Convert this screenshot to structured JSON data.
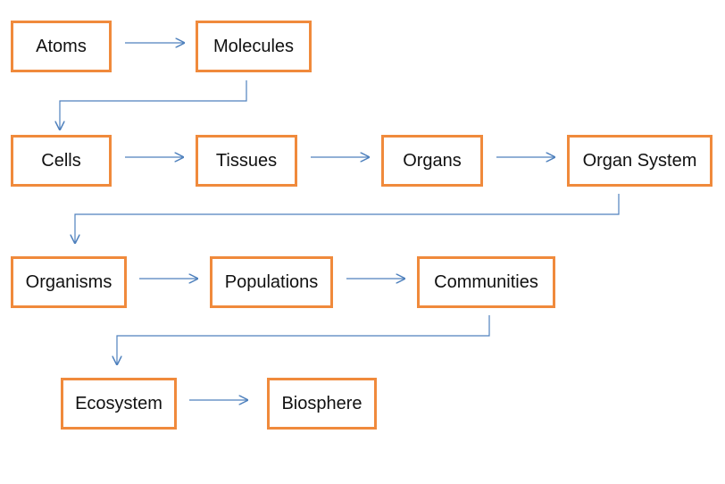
{
  "diagram": {
    "nodes": [
      {
        "id": "atoms",
        "label": "Atoms"
      },
      {
        "id": "molecules",
        "label": "Molecules"
      },
      {
        "id": "cells",
        "label": "Cells"
      },
      {
        "id": "tissues",
        "label": "Tissues"
      },
      {
        "id": "organs",
        "label": "Organs"
      },
      {
        "id": "organ_system",
        "label": "Organ System"
      },
      {
        "id": "organisms",
        "label": "Organisms"
      },
      {
        "id": "populations",
        "label": "Populations"
      },
      {
        "id": "communities",
        "label": "Communities"
      },
      {
        "id": "ecosystem",
        "label": "Ecosystem"
      },
      {
        "id": "biosphere",
        "label": "Biosphere"
      }
    ],
    "edges": [
      {
        "from": "atoms",
        "to": "molecules"
      },
      {
        "from": "molecules",
        "to": "cells"
      },
      {
        "from": "cells",
        "to": "tissues"
      },
      {
        "from": "tissues",
        "to": "organs"
      },
      {
        "from": "organs",
        "to": "organ_system"
      },
      {
        "from": "organ_system",
        "to": "organisms"
      },
      {
        "from": "organisms",
        "to": "populations"
      },
      {
        "from": "populations",
        "to": "communities"
      },
      {
        "from": "communities",
        "to": "ecosystem"
      },
      {
        "from": "ecosystem",
        "to": "biosphere"
      }
    ],
    "colors": {
      "box_border": "#f08a3c",
      "arrow": "#4f81bd",
      "text": "#111111"
    }
  }
}
